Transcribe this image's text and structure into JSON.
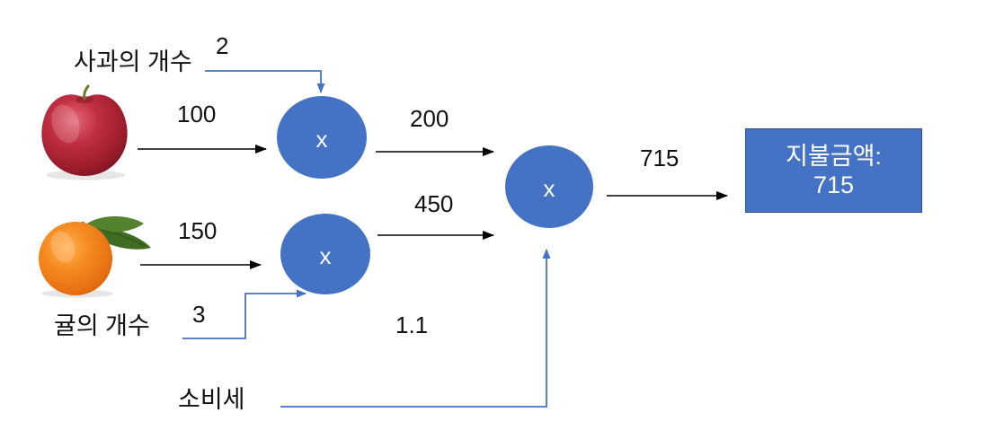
{
  "diagram": {
    "labels": {
      "apple_count": "사과의 개수",
      "tangerine_count": "귤의 개수",
      "consumption_tax": "소비세"
    },
    "edge_values": {
      "apple_price": "100",
      "apple_qty": "2",
      "apple_subtotal": "200",
      "tangerine_price": "150",
      "tangerine_qty": "3",
      "tangerine_subtotal": "450",
      "tax_rate": "1.1",
      "total": "715"
    },
    "node_symbol": "x",
    "result_box": {
      "line1": "지불금액:",
      "line2": "715"
    },
    "icons": {
      "apple": "apple-image",
      "tangerine": "tangerine-image"
    },
    "colors": {
      "node_fill": "#4472c4",
      "result_box_fill": "#4472c4",
      "result_box_border": "#2f528f",
      "blue_connector": "#4472c4",
      "black_arrow": "#000000",
      "text": "#111111",
      "node_text": "#ffffff"
    }
  }
}
